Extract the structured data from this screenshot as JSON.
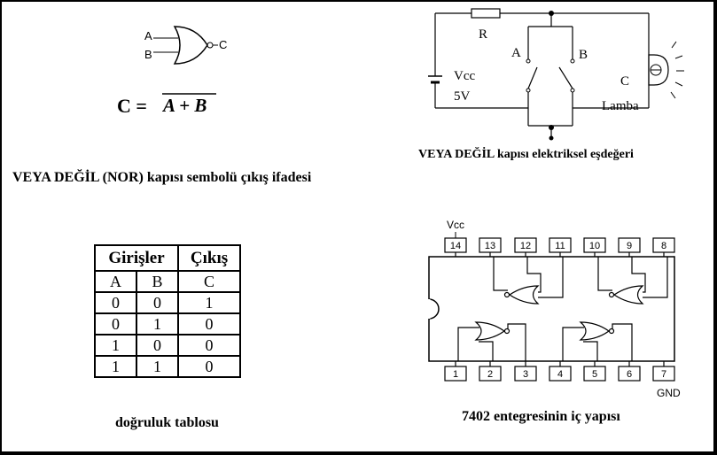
{
  "nor_symbol": {
    "input_a": "A",
    "input_b": "B",
    "output": "C",
    "equation_lhs": "C =",
    "equation_rhs": "A + B",
    "caption": "VEYA DEĞİL (NOR) kapısı sembolü  çıkış ifadesi"
  },
  "circuit": {
    "resistor_label": "R",
    "switch_a": "A",
    "switch_b": "B",
    "source_label": "Vcc",
    "source_voltage": "5V",
    "lamp_node": "C",
    "lamp_label": "Lamba",
    "caption": "VEYA DEĞİL kapısı elektriksel eşdeğeri"
  },
  "truth_table": {
    "header_inputs": "Girişler",
    "header_output": "Çıkış",
    "columns": [
      "A",
      "B",
      "C"
    ],
    "rows": [
      [
        "0",
        "0",
        "1"
      ],
      [
        "0",
        "1",
        "0"
      ],
      [
        "1",
        "0",
        "0"
      ],
      [
        "1",
        "1",
        "0"
      ]
    ],
    "caption": "doğruluk tablosu"
  },
  "ic": {
    "vcc_label": "Vcc",
    "gnd_label": "GND",
    "top_pins": [
      "14",
      "13",
      "12",
      "11",
      "10",
      "9",
      "8"
    ],
    "bottom_pins": [
      "1",
      "2",
      "3",
      "4",
      "5",
      "6",
      "7"
    ],
    "caption": "7402 entegresinin iç yapısı"
  }
}
